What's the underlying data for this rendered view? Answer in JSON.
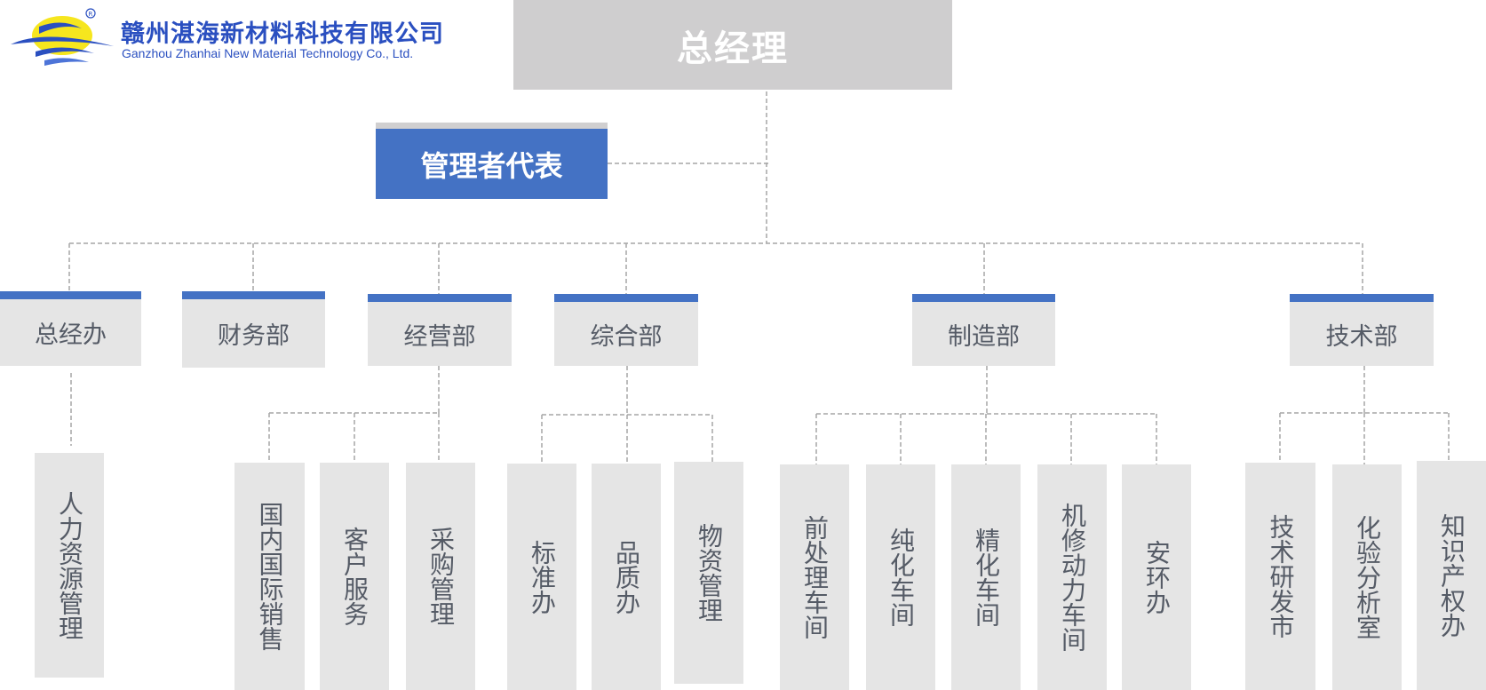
{
  "company": {
    "name_cn": "赣州湛海新材料科技有限公司",
    "name_en": "Ganzhou Zhanhai New Material Technology Co., Ltd."
  },
  "org": {
    "top": "总经理",
    "rep": "管理者代表",
    "departments": [
      {
        "name": "总经办",
        "units": [
          "人力资源管理"
        ]
      },
      {
        "name": "财务部",
        "units": []
      },
      {
        "name": "经营部",
        "units": [
          "国内国际销售",
          "客户服务",
          "采购管理"
        ]
      },
      {
        "name": "综合部",
        "units": [
          "标准办",
          "品质办",
          "物资管理"
        ]
      },
      {
        "name": "制造部",
        "units": [
          "前处理车间",
          "纯化车间",
          "精化车间",
          "机修动力车间",
          "安环办"
        ]
      },
      {
        "name": "技术部",
        "units": [
          "技术研发市",
          "化验分析室",
          "知识产权办"
        ]
      }
    ]
  },
  "colors": {
    "accent_blue": "#4472c4",
    "box_gray": "#e5e5e5",
    "top_gray": "#cfcecf",
    "connector": "#a6a6a6"
  }
}
